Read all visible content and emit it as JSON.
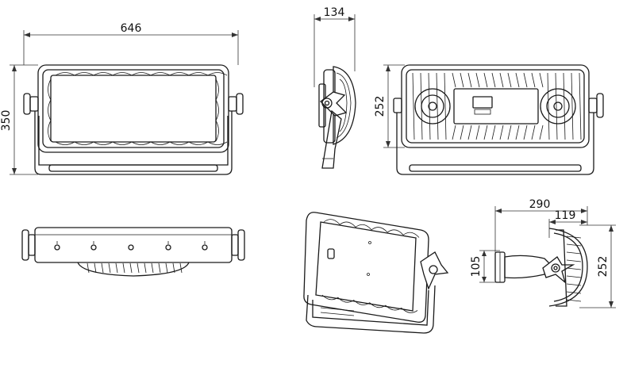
{
  "dimensions": {
    "front_width": "646",
    "front_height": "350",
    "side_depth": "134",
    "back_height": "252",
    "bracket_total": "290",
    "bracket_body": "119",
    "bracket_height": "252",
    "bracket_mount": "105"
  }
}
